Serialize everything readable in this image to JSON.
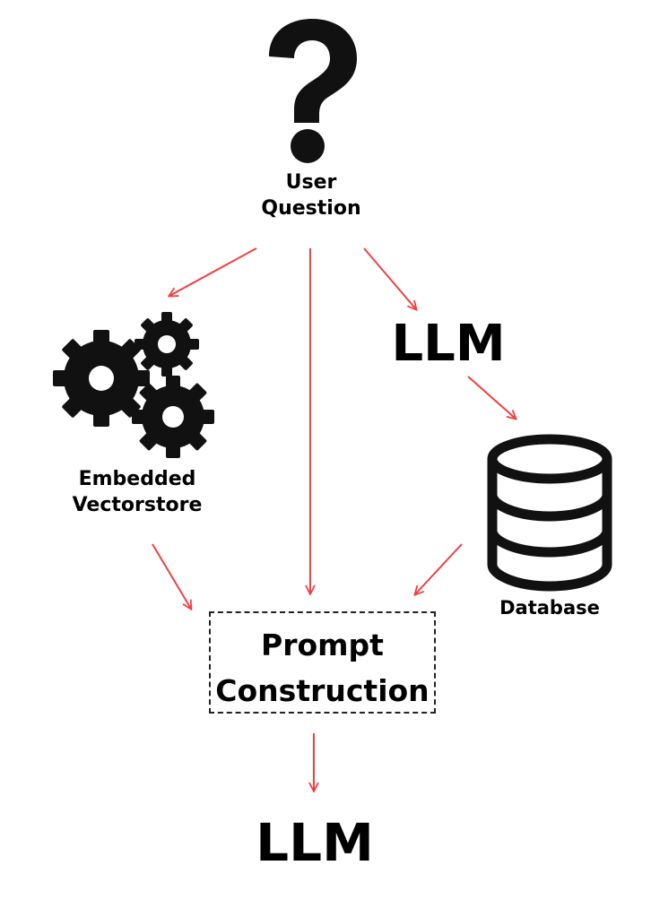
{
  "nodes": {
    "user_question": {
      "line1": "User",
      "line2": "Question",
      "icon": "question-mark-icon"
    },
    "embedded_vectorstore": {
      "line1": "Embedded",
      "line2": "Vectorstore",
      "icon": "gears-icon"
    },
    "llm_middle": {
      "label": "LLM"
    },
    "database": {
      "label": "Database",
      "icon": "database-icon"
    },
    "prompt_construction": {
      "line1": "Prompt",
      "line2": "Construction"
    },
    "llm_bottom": {
      "label": "LLM"
    }
  },
  "colors": {
    "arrow": "#f04040",
    "icon": "#111111",
    "text": "#000000"
  }
}
